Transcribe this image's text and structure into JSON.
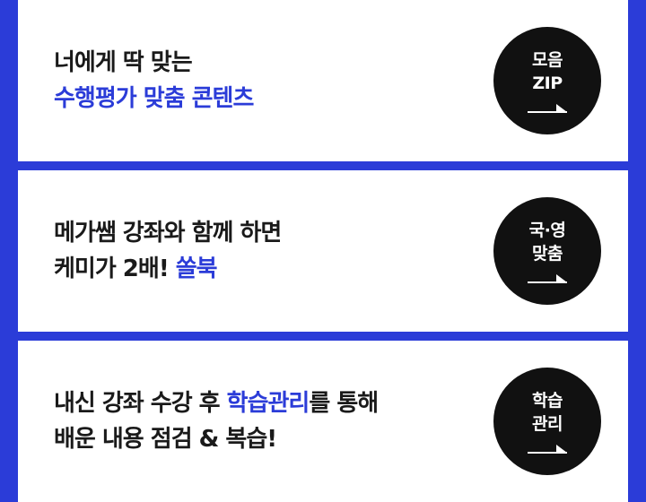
{
  "cards": [
    {
      "line1": [
        {
          "text": "너에게 딱 맞는",
          "hl": false
        }
      ],
      "line2": [
        {
          "text": "수행평가 맞춤 콘텐츠",
          "hl": true
        }
      ],
      "button": {
        "line1": "모음",
        "line2": "ZIP",
        "icon": "arrow-right-icon"
      }
    },
    {
      "line1": [
        {
          "text": "메가쌤 강좌와 함께 하면",
          "hl": false
        }
      ],
      "line2": [
        {
          "text": "케미가 2배! ",
          "hl": false
        },
        {
          "text": "쏠북",
          "hl": true
        }
      ],
      "button": {
        "line1": "국·영",
        "line2": "맞춤",
        "icon": "arrow-right-icon"
      }
    },
    {
      "line1": [
        {
          "text": "내신 강좌 수강 후 ",
          "hl": false
        },
        {
          "text": "학습관리",
          "hl": true
        },
        {
          "text": "를 통해",
          "hl": false
        }
      ],
      "line2": [
        {
          "text": "배운 내용 점검 & 복습!",
          "hl": false
        }
      ],
      "button": {
        "line1": "학습",
        "line2": "관리",
        "icon": "arrow-right-icon"
      }
    }
  ],
  "colors": {
    "background": "#2b3cd8",
    "highlight": "#2b3cd8",
    "card": "#ffffff",
    "circle": "#111111"
  }
}
